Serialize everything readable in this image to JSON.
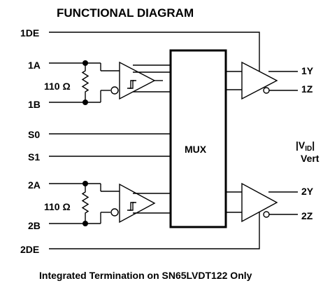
{
  "title": "FUNCTIONAL DIAGRAM",
  "pins": {
    "en1": "1DE",
    "in1a": "1A",
    "in1b": "1B",
    "s0": "S0",
    "s1": "S1",
    "in2a": "2A",
    "in2b": "2B",
    "en2": "2DE",
    "out1y": "1Y",
    "out1z": "1Z",
    "out2y": "2Y",
    "out2z": "2Z"
  },
  "mux_label": "MUX",
  "resistor_label": "110 Ω",
  "vid": {
    "bar_left": "|",
    "v": "V",
    "sub": "ID",
    "bar_right": "|",
    "line2": "Vert"
  },
  "caption": "Integrated Termination on SN65LVDT122 Only",
  "colors": {
    "ink": "#000000",
    "background": "#ffffff"
  }
}
